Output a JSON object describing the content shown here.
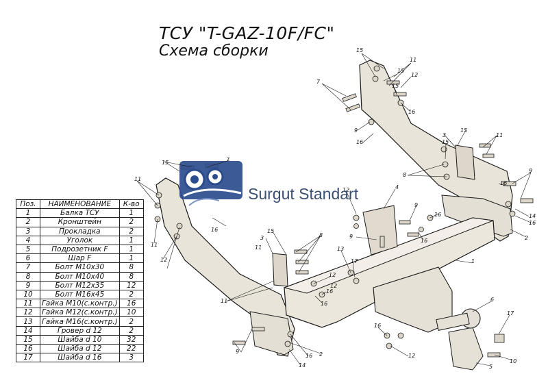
{
  "title": "ТСУ \"T-GAZ-10F/FC\"",
  "subtitle": "Схема сборки",
  "brand": "Surgut Standart",
  "colors": {
    "part_fill": "#e9e4da",
    "line": "#1a1a1a",
    "logo_blue": "#2b4c8c"
  },
  "table": {
    "headers": [
      "Поз.",
      "НАИМЕНОВАНИЕ",
      "К-во"
    ],
    "rows": [
      [
        "1",
        "Балка ТСУ",
        "1"
      ],
      [
        "2",
        "Кронштейн",
        "2"
      ],
      [
        "3",
        "Прокладка",
        "2"
      ],
      [
        "4",
        "Уголок",
        "1"
      ],
      [
        "5",
        "Подрозетник F",
        "1"
      ],
      [
        "6",
        "Шар F",
        "1"
      ],
      [
        "7",
        "Болт М10х30",
        "8"
      ],
      [
        "8",
        "Болт М10х40",
        "8"
      ],
      [
        "9",
        "Болт М12х35",
        "12"
      ],
      [
        "10",
        "Болт М16х45",
        "2"
      ],
      [
        "11",
        "Гайка М10(с.контр.)",
        "16"
      ],
      [
        "12",
        "Гайка М12(с.контр.)",
        "10"
      ],
      [
        "13",
        "Гайка М16(с.контр.)",
        "2"
      ],
      [
        "14",
        "Гровер d 12",
        "2"
      ],
      [
        "15",
        "Шайба d 10",
        "32"
      ],
      [
        "16",
        "Шайба d 12",
        "22"
      ],
      [
        "17",
        "Шайба d 16",
        "3"
      ]
    ]
  },
  "callouts": [
    "15",
    "11",
    "7",
    "15",
    "12",
    "15",
    "16",
    "9",
    "16",
    "3",
    "15",
    "11",
    "15",
    "8",
    "16",
    "9",
    "14",
    "16",
    "2",
    "11",
    "15",
    "7",
    "11",
    "12",
    "16",
    "4",
    "12",
    "9",
    "9",
    "16",
    "16",
    "13",
    "17",
    "15",
    "3",
    "8",
    "11",
    "12",
    "16",
    "16",
    "12",
    "11",
    "1",
    "9",
    "2",
    "16",
    "14",
    "16",
    "12",
    "6",
    "17",
    "10",
    "5"
  ]
}
